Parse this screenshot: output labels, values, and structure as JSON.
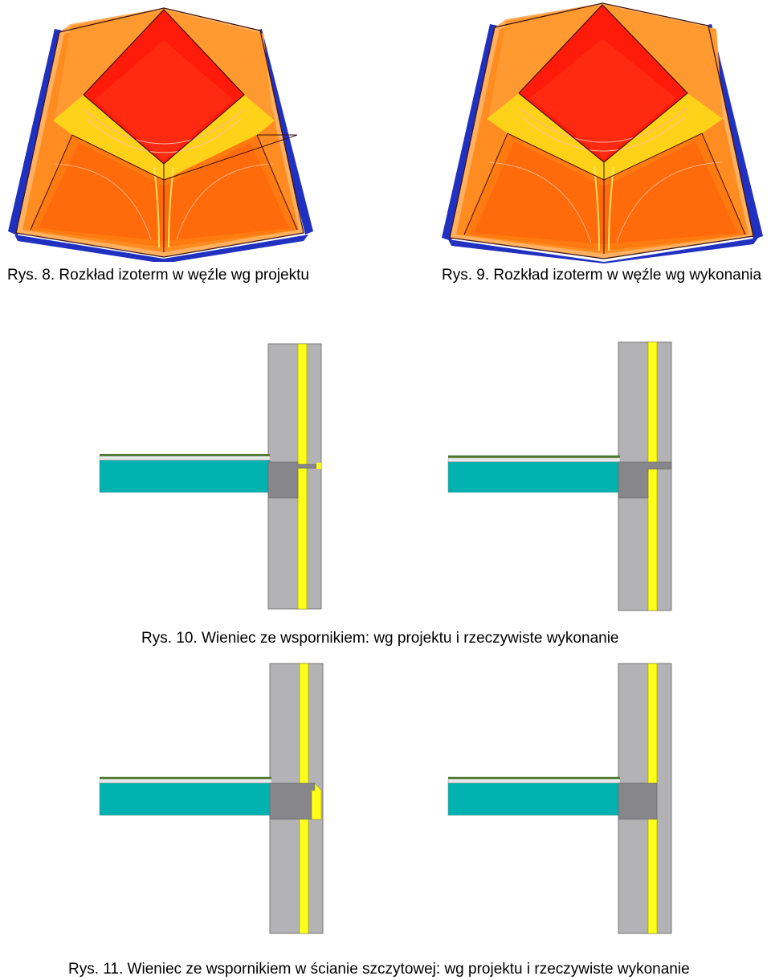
{
  "captions": {
    "fig8": "Rys. 8. Rozkład izoterm w węźle wg projektu",
    "fig9": "Rys. 9. Rozkład izoterm w węźle wg wykonania",
    "fig10": "Rys. 10. Wieniec ze wspornikiem: wg projektu i rzeczywiste wykonanie",
    "fig11": "Rys. 11. Wieniec ze wspornikiem w ścianie szczytowej: wg projektu i rzeczywiste wykonanie"
  },
  "colors": {
    "wall_masonry": "#b3b2b5",
    "insulation": "#ffff1a",
    "slab": "#00b3b0",
    "ring_beam": "#87868a",
    "isotherm_hot": "#ff1a0a",
    "isotherm_warm": "#ff7a10",
    "isotherm_mid": "#ffd21a",
    "cold_edge": "#2030c0"
  }
}
